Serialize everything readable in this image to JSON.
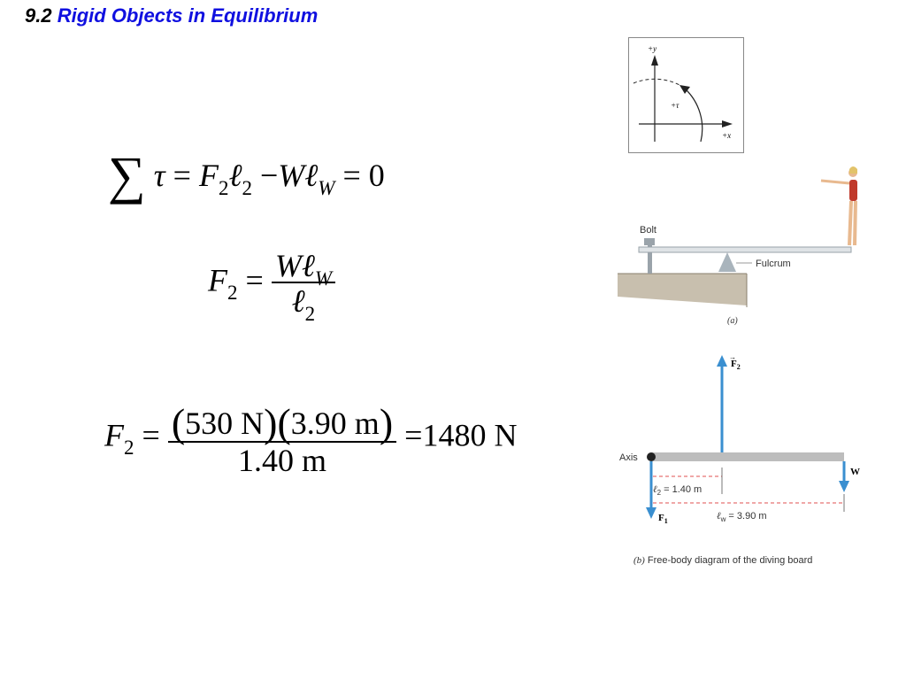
{
  "title": {
    "number": "9.2",
    "text": "Rigid Objects in Equilibrium"
  },
  "equation1": {
    "sigma": "∑",
    "tau": "τ",
    "eq1": "=",
    "F": "F",
    "sub2a": "2",
    "ell": "ℓ",
    "sub2b": "2",
    "minus": "−",
    "W": "W",
    "ell2": "ℓ",
    "subW": "W",
    "eq2": "=",
    "zero": "0"
  },
  "equation2": {
    "F": "F",
    "sub2": "2",
    "eq": "=",
    "num_W": "W",
    "num_ell": "ℓ",
    "num_subW": "W",
    "den_ell": "ℓ",
    "den_sub2": "2"
  },
  "equation3": {
    "F": "F",
    "sub2": "2",
    "eq1": "=",
    "p1o": "(",
    "v1": "530 N",
    "p1c": ")",
    "p2o": "(",
    "v2": "3.90 m",
    "p2c": ")",
    "den": "1.40 m",
    "eq2": "=",
    "result": "1480 N"
  },
  "coord_frame": {
    "y_label": "+y",
    "x_label": "+x",
    "tau_label": "+τ"
  },
  "diagram_a": {
    "bolt_label": "Bolt",
    "fulcrum_label": "Fulcrum",
    "caption": "(a)"
  },
  "diagram_b": {
    "axis_label": "Axis",
    "f2_label": "F",
    "f2_sub": "2",
    "f1_label": "F",
    "f1_sub": "1",
    "w_label": "W",
    "l2_label": "ℓ",
    "l2_sub": "2",
    "l2_value": " = 1.40 m",
    "lw_label": "ℓ",
    "lw_sub": "w",
    "lw_value": " = 3.90 m",
    "caption_letter": "(b)",
    "caption_text": "Free-body diagram of the diving board"
  },
  "colors": {
    "title_blue": "#1010e0",
    "arrow_blue": "#3a8fd0",
    "board_gray": "#bdbdbd",
    "dashed_red": "#e05050"
  }
}
